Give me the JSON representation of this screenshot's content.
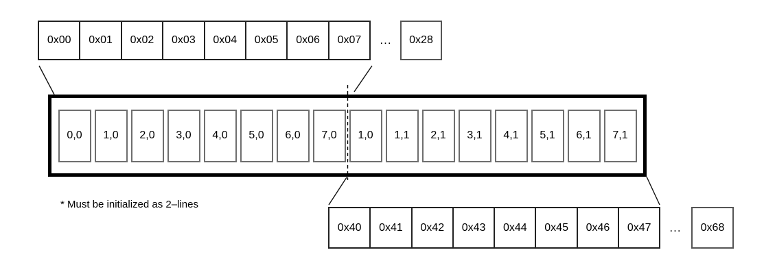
{
  "diagram": {
    "top_row": {
      "cells": [
        "0x00",
        "0x01",
        "0x02",
        "0x03",
        "0x04",
        "0x05",
        "0x06",
        "0x07"
      ],
      "ellipsis": "...",
      "last_cell": "0x28"
    },
    "ddram_box": {
      "line1_cells": [
        "0,0",
        "1,0",
        "2,0",
        "3,0",
        "4,0",
        "5,0",
        "6,0",
        "7,0"
      ],
      "line2_cells": [
        "1,0",
        "1,1",
        "2,1",
        "3,1",
        "4,1",
        "5,1",
        "6,1",
        "7,1"
      ]
    },
    "bottom_row": {
      "cells": [
        "0x40",
        "0x41",
        "0x42",
        "0x43",
        "0x44",
        "0x45",
        "0x46",
        "0x47"
      ],
      "ellipsis": "...",
      "last_cell": "0x68"
    },
    "footnote": "* Must be initialized as 2–lines",
    "colors": {
      "thick_box_border": "#000000",
      "inner_cell_border": "#6e6e6e",
      "row_cell_border": "#222222",
      "lone_cell_border": "#555555",
      "connector_line": "#111111",
      "background": "#ffffff"
    }
  }
}
